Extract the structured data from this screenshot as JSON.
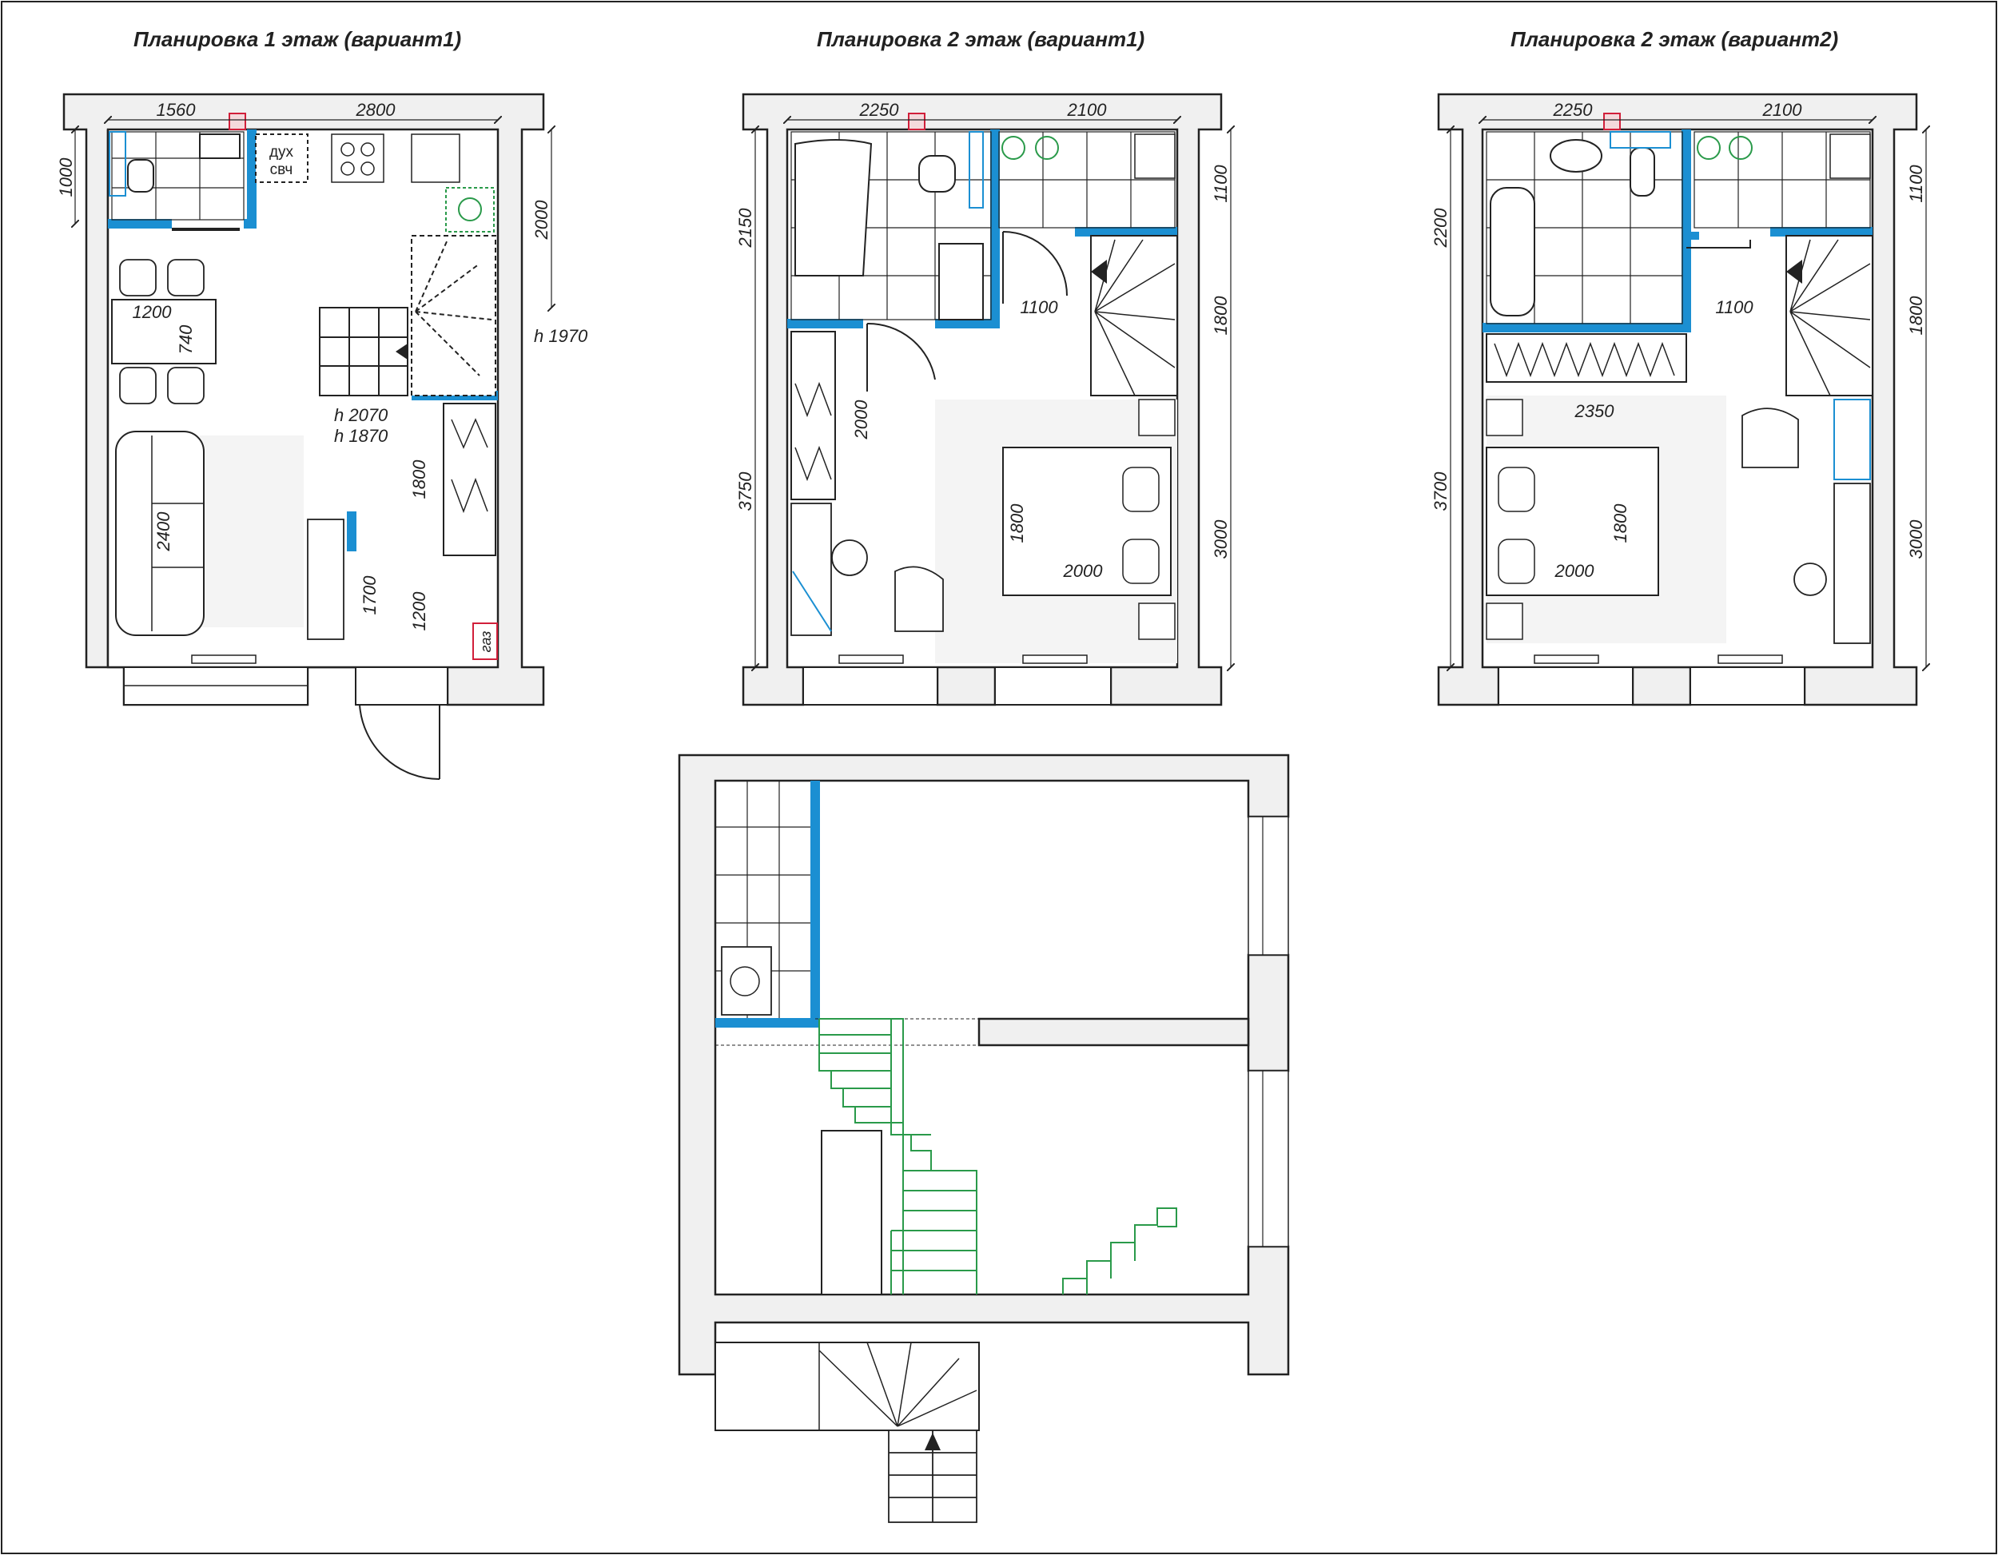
{
  "titles": {
    "floor1_v1": "Планировка 1 этаж (вариант1)",
    "floor2_v1": "Планировка 2 этаж (вариант1)",
    "floor2_v2": "Планировка 2 этаж (вариант2)"
  },
  "colors": {
    "wall_fill": "#f0f0f0",
    "partition_blue": "#1b8fd2",
    "stair_green": "#2a9a4a",
    "gas_red": "#d11f3a",
    "line": "#222222"
  },
  "plan1": {
    "dims": [
      "1560",
      "2800",
      "1000",
      "2000",
      "1200",
      "740",
      "2400",
      "1800",
      "1700",
      "1200"
    ],
    "labels": {
      "oven_line1": "дух",
      "oven_line2": "свч",
      "h1970": "h 1970",
      "h2070": "h 2070",
      "h1870": "h 1870",
      "gas": "газ"
    }
  },
  "plan2": {
    "dims": [
      "2250",
      "2100",
      "2150",
      "3750",
      "1100",
      "1800",
      "3000",
      "1100",
      "2000",
      "1800",
      "2000"
    ]
  },
  "plan3": {
    "dims": [
      "2250",
      "2100",
      "2200",
      "3700",
      "1100",
      "1800",
      "3000",
      "1100",
      "2350",
      "1800",
      "2000"
    ]
  }
}
